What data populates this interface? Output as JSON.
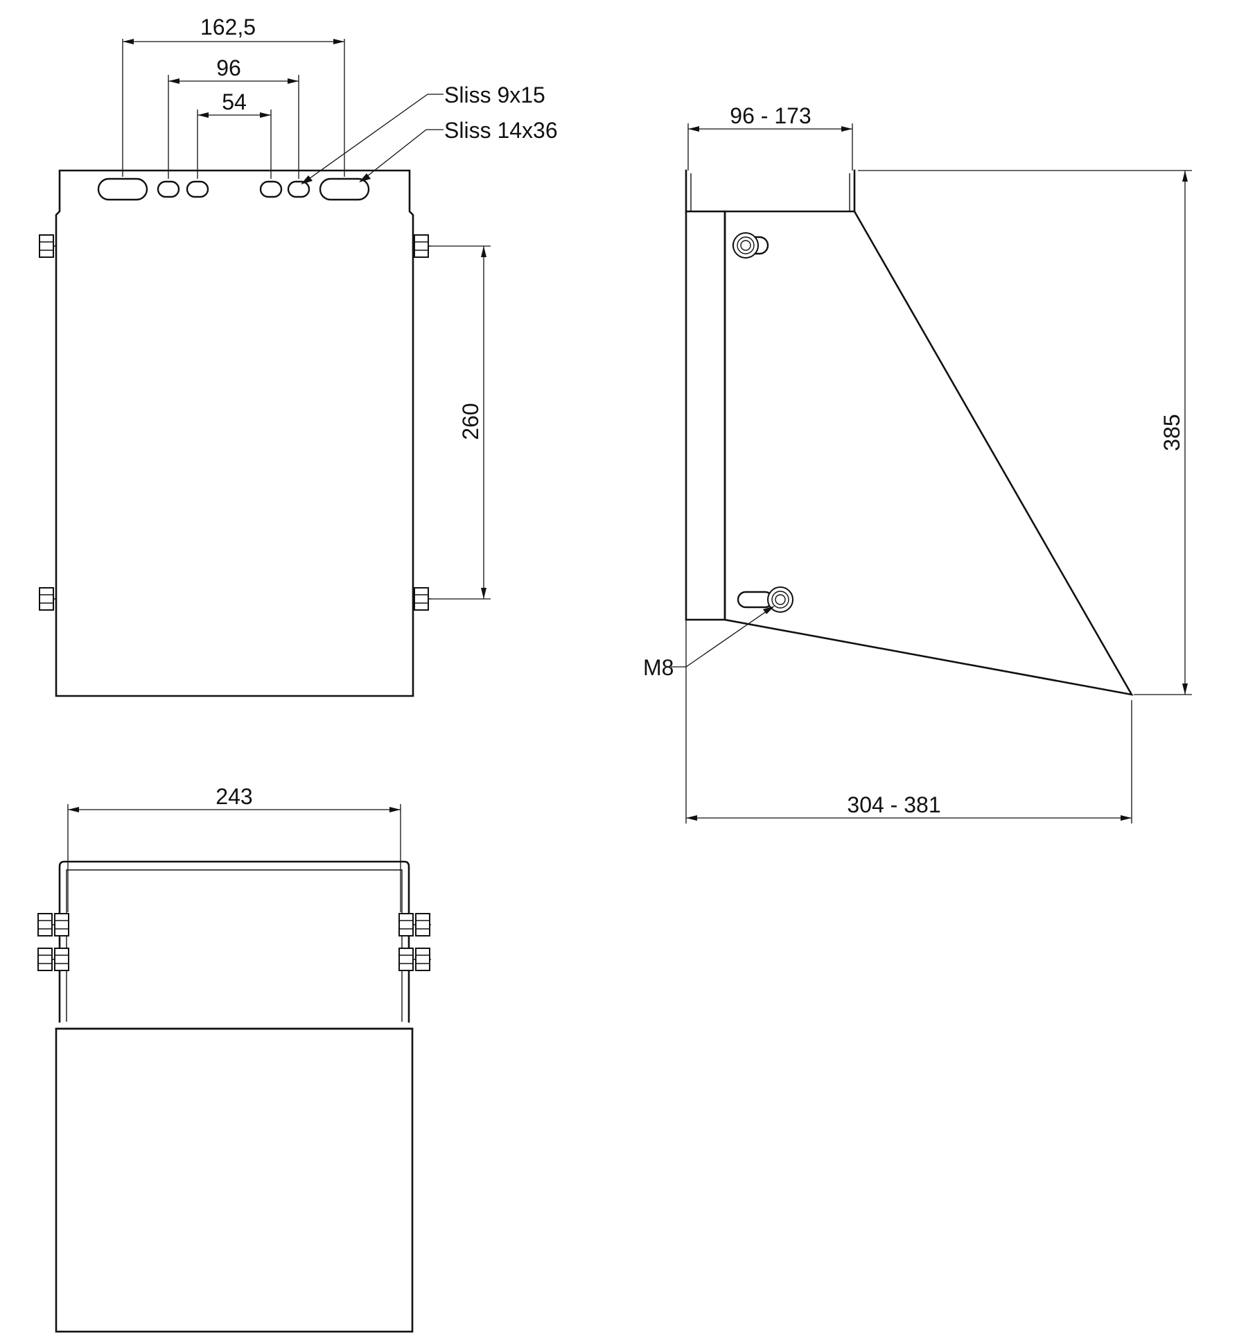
{
  "front_view": {
    "dim_overall_slots": "162,5",
    "dim_mid_slots": "96",
    "dim_inner_slots": "54",
    "dim_bolt_spacing": "260",
    "callout_small_slot": "Sliss 9x15",
    "callout_large_slot": "Sliss 14x36"
  },
  "side_view": {
    "dim_top_depth": "96 - 173",
    "dim_height": "385",
    "dim_bottom_depth": "304 - 381",
    "callout_bolt": "M8"
  },
  "bottom_view": {
    "dim_width": "243"
  }
}
